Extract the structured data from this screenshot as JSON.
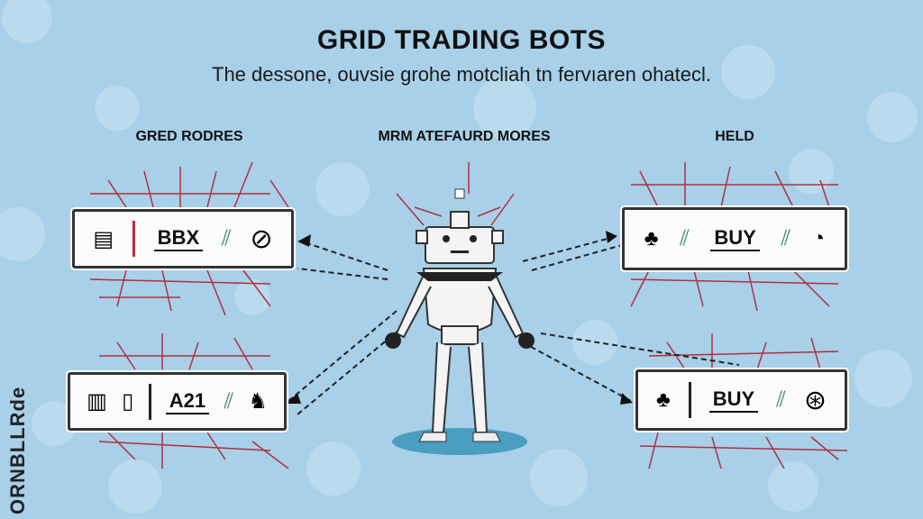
{
  "title": "GRID TRADING BOTS",
  "subtitle": "The dessone, ouvsie grohe motcliah tn fervıaren ohatecl.",
  "sections": {
    "left": "GRED RODRES",
    "center": "MRM ATEFAURD MORES",
    "right": "HELD"
  },
  "panels": {
    "top_left": {
      "label": "BBX",
      "icons": [
        "chart-icon",
        "gauge-icon",
        "globe-icon"
      ]
    },
    "bottom_left": {
      "label": "A21",
      "icons": [
        "wallet-icon",
        "phone-icon",
        "bull-icon"
      ]
    },
    "top_right": {
      "label": "BUY",
      "icons": [
        "tree-icon",
        "coin-icon"
      ]
    },
    "bottom_right": {
      "label": "BUY",
      "icons": [
        "tree-icon",
        "globe-icon"
      ]
    }
  },
  "side_text": "ORNBLLRde",
  "colors": {
    "background": "#a8d0e8",
    "grid_lines": "#b03040",
    "accent": "#4a9ec0",
    "robot": "#f2f2f2"
  }
}
